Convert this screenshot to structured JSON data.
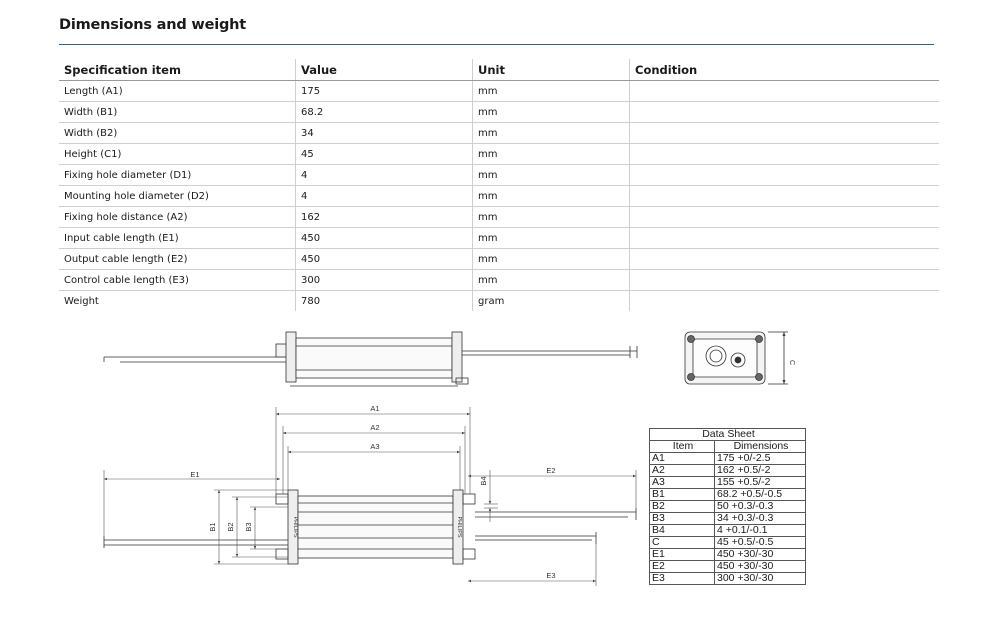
{
  "page": {
    "title": "Dimensions and weight"
  },
  "spec_table": {
    "headers": [
      "Specification item",
      "Value",
      "Unit",
      "Condition"
    ],
    "rows": [
      [
        "Length (A1)",
        "175",
        "mm",
        ""
      ],
      [
        "Width (B1)",
        "68.2",
        "mm",
        ""
      ],
      [
        "Width (B2)",
        "34",
        "mm",
        ""
      ],
      [
        "Height (C1)",
        "45",
        "mm",
        ""
      ],
      [
        "Fixing hole diameter (D1)",
        "4",
        "mm",
        ""
      ],
      [
        "Mounting hole diameter (D2)",
        "4",
        "mm",
        ""
      ],
      [
        "Fixing hole distance (A2)",
        "162",
        "mm",
        ""
      ],
      [
        "Input cable length (E1)",
        "450",
        "mm",
        ""
      ],
      [
        "Output cable length (E2)",
        "450",
        "mm",
        ""
      ],
      [
        "Control cable length (E3)",
        "300",
        "mm",
        ""
      ],
      [
        "Weight",
        "780",
        "gram",
        ""
      ]
    ]
  },
  "drawing": {
    "labels": {
      "a1": "A1",
      "a2": "A2",
      "a3": "A3",
      "e1": "E1",
      "e2": "E2",
      "e3": "E3",
      "b1": "B1",
      "b2": "B2",
      "b3": "B3",
      "b4": "B4",
      "c": "C",
      "brand": "PHILIPS"
    }
  },
  "data_sheet": {
    "title": "Data Sheet",
    "headers": [
      "Item",
      "Dimensions"
    ],
    "rows": [
      [
        "A1",
        "175 +0/-2.5"
      ],
      [
        "A2",
        "162 +0.5/-2"
      ],
      [
        "A3",
        "155 +0.5/-2"
      ],
      [
        "B1",
        "68.2 +0.5/-0.5"
      ],
      [
        "B2",
        "50 +0.3/-0.3"
      ],
      [
        "B3",
        "34 +0.3/-0.3"
      ],
      [
        "B4",
        "4 +0.1/-0.1"
      ],
      [
        "C",
        "45 +0.5/-0.5"
      ],
      [
        "E1",
        "450 +30/-30"
      ],
      [
        "E2",
        "450 +30/-30"
      ],
      [
        "E3",
        "300 +30/-30"
      ]
    ]
  }
}
